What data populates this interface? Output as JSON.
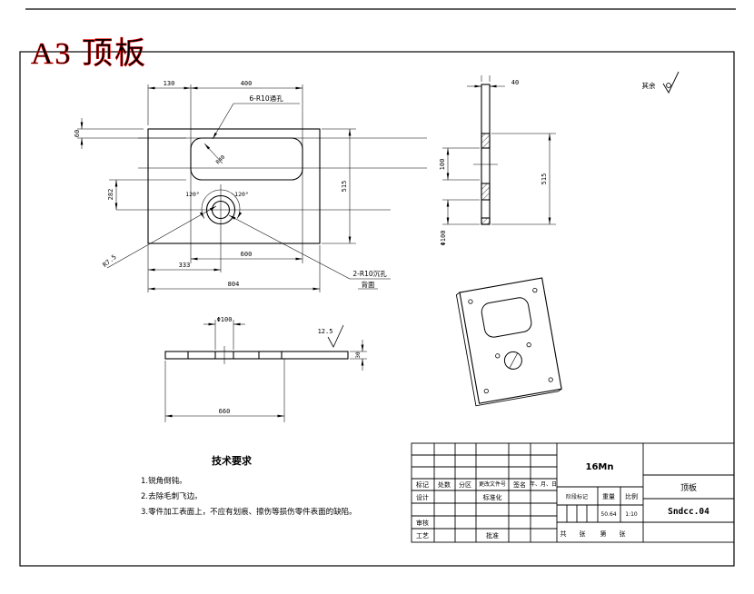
{
  "colors": {
    "stamp_red": "#ff0000",
    "line": "#000000",
    "background": "#ffffff"
  },
  "stamp": {
    "text": "A3 顶板"
  },
  "surface_note": {
    "label": "其余"
  },
  "plan_view": {
    "dims": {
      "w130": "130",
      "w400": "400",
      "h60": "60",
      "h282": "282",
      "h515": "515",
      "b600": "600",
      "b333": "333",
      "b804": "804"
    },
    "labels": {
      "holes": "6-R10通孔",
      "corner_radius": "R40",
      "angle_left": "120°",
      "angle_right": "120°",
      "fillet": "R7.5",
      "csk_line1": "2-R10沉孔",
      "csk_line2": "背面"
    }
  },
  "side_view": {
    "dims": {
      "t40": "40",
      "h100": "100",
      "h515": "515",
      "phi100": "Φ100"
    }
  },
  "front_view": {
    "dims": {
      "phi100": "Φ100",
      "len660": "660",
      "t30": "30"
    },
    "roughness": "12.5"
  },
  "tech_requirements": {
    "title": "技术要求",
    "items": [
      "1.锐角倒钝。",
      "2.去除毛刺飞边。",
      "3.零件加工表面上，不应有划痕、擦伤等损伤零件表面的缺陷。"
    ]
  },
  "title_block": {
    "material": "16Mn",
    "part_name": "顶板",
    "drawing_no": "Sndcc.04",
    "col_headers": [
      "标记",
      "处数",
      "分区",
      "更改文件号",
      "签名",
      "年、月、日"
    ],
    "row_labels": {
      "design": "设计",
      "standard": "标准化",
      "check": "审核",
      "process": "工艺",
      "approve": "批准"
    },
    "stage_label": "阶段标记",
    "weight_label": "重量",
    "scale_label": "比例",
    "weight": "50.64",
    "scale": "1:10",
    "sheet_labels": [
      "共",
      "张",
      "第",
      "张"
    ]
  }
}
